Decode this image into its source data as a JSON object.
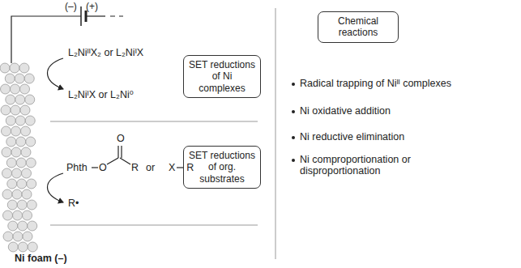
{
  "diagram": {
    "nodes": [
      {
        "text": [
          "SET reductions of Ni complexes"
        ]
      },
      {
        "text": [
          "SET reductions of org. substrates"
        ]
      },
      {
        "text": [
          "Chemical reactions"
        ]
      }
    ],
    "labels": [
      "(–)",
      "(+)",
      "L₂NiᴵᴵX₂ or L₂NiᴵX",
      "L₂NiᴵX or L₂Ni⁰",
      "Phth",
      "O",
      "O",
      "R",
      "or",
      "X",
      "R",
      "R•",
      "Ni foam (–)",
      "Radical trapping of Niᴵᴵ complexes",
      "Ni oxidative addition",
      "Ni reductive elimination",
      "Ni comproportionation or disproportionation"
    ]
  }
}
